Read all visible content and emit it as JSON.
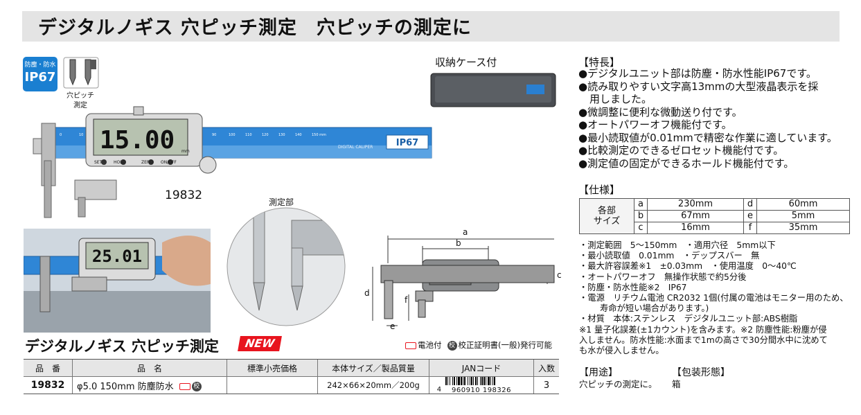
{
  "header": {
    "title": "デジタルノギス 穴ピッチ測定　穴ピッチの測定に"
  },
  "badge": {
    "small": "防塵・防水",
    "big": "IP67"
  },
  "probe_label_1": "穴ピッチ",
  "probe_label_2": "測定",
  "case_label": "収納ケース付",
  "model_top": "19832",
  "measure_label": "測定部",
  "caliper": {
    "display_main": "15.00",
    "display_unit": "mm",
    "display_second": "25.01",
    "buttons": [
      "SET",
      "HOLD",
      "ZERO",
      "ON/OFF"
    ],
    "scale_ticks": [
      "0",
      "10",
      "90",
      "100",
      "110",
      "120",
      "130",
      "140",
      "150 mm"
    ],
    "scale_text": "DIGITAL CALIPER",
    "ip_text": "IP67"
  },
  "diagram": {
    "labels": [
      "a",
      "b",
      "c",
      "d",
      "e",
      "f"
    ]
  },
  "features": {
    "heading": "【特長】",
    "items": [
      "●デジタルユニット部は防塵・防水性能IP67です。",
      "●読み取りやすい文字高13mmの大型液晶表示を採",
      "用しました。",
      "●微調整に便利な微動送り付です。",
      "●オートパワーオフ機能付です。",
      "●最小読取値が0.01mmで精密な作業に適しています。",
      "●比較測定のできるゼロセット機能付です。",
      "●測定値の固定ができるホールド機能付です。"
    ]
  },
  "spec": {
    "heading": "【仕様】",
    "size_label_1": "各部",
    "size_label_2": "サイズ",
    "rows": [
      [
        "a",
        "230mm",
        "d",
        "60mm"
      ],
      [
        "b",
        "67mm",
        "e",
        "5mm"
      ],
      [
        "c",
        "16mm",
        "f",
        "35mm"
      ]
    ],
    "notes": [
      "・測定範囲　5～150mm　・適用穴径　5mm以下",
      "・最小読取値　0.01mm　・デップスバー　無",
      "・最大許容誤差※1　±0.03mm　・使用温度　0～40℃",
      "・オートパワーオフ　無操作状態で約5分後",
      "・防塵・防水性能※2　IP67",
      "・電源　リチウム電池 CR2032 1個(付属の電池はモニター用のため、",
      "寿命が短い場合があります。)",
      "・材質　本体:ステンレス　デジタルユニット部:ABS樹脂",
      "※1 量子化誤差(±1カウント)を含みます。※2 防塵性能:粉塵が侵",
      "入しません。防水性能:水面まで1mの高さで30分間水中に沈めて",
      "も水が侵入しません。"
    ]
  },
  "usage": {
    "heading": "【用途】",
    "text": "穴ピッチの測定に。"
  },
  "packaging": {
    "heading": "【包装形態】",
    "text": "箱"
  },
  "product": {
    "title": "デジタルノギス 穴ピッチ測定",
    "new_badge": "NEW",
    "legend_battery": "電池付",
    "legend_cert": "校正証明書(一般)発行可能",
    "cert_mark": "校",
    "headers": [
      "品　番",
      "品　名",
      "標準小売価格",
      "本体サイズ／製品質量",
      "JANコード",
      "入数"
    ],
    "row": {
      "code": "19832",
      "name": "φ5.0 150mm 防塵防水",
      "price": "",
      "size": "242×66×20mm／200g",
      "jan_prefix": "4",
      "jan": "960910 198326",
      "qty": "3"
    }
  },
  "colors": {
    "accent_blue": "#1a7fd1",
    "new_red": "#e8141e",
    "header_gray": "#e4e4e4"
  }
}
